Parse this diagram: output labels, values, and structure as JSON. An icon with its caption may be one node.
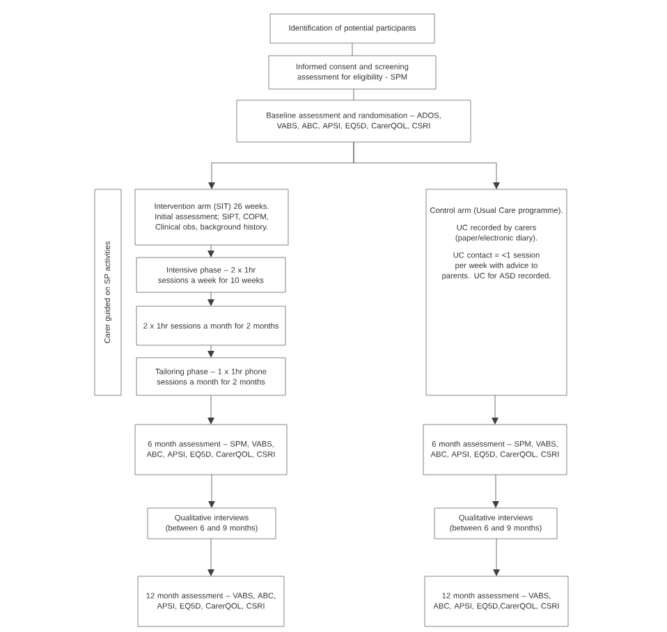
{
  "diagram": {
    "nodes": [
      {
        "text": [
          "Identification of potential participants"
        ]
      },
      {
        "text": [
          "Informed consent and screening assessment for eligibility - SPM"
        ]
      },
      {
        "text": [
          "Baseline assessment and randomisation – ADOS, VABS, ABC, APSI, EQ5D, CarerQOL, CSRI"
        ]
      },
      {
        "text": [
          "Carer guided on SP activities"
        ]
      },
      {
        "text": [
          "Intervention arm (SIT) 26 weeks. Initial assessment; SIPT, COPM, Clinical obs, background history."
        ]
      },
      {
        "text": [
          "Intensive phase – 2 x 1hr sessions a week for 10 weeks"
        ]
      },
      {
        "text": [
          "2 x 1hr sessions a month for 2 months"
        ]
      },
      {
        "text": [
          "Tailoring phase – 1 x 1hr phone sessions a month for 2 months"
        ]
      },
      {
        "text": [
          "6 month assessment – SPM, VABS, ABC, APSI, EQ5D, CarerQOL, CSRI"
        ]
      },
      {
        "text": [
          "Qualitative interviews (between 6 and 9 months)"
        ]
      },
      {
        "text": [
          "12 month assessment – VABS, ABC, APSI, EQ5D, CarerQOL, CSRI"
        ]
      },
      {
        "text": [
          "Control arm (Usual Care programme).",
          "UC recorded by carers (paper/electronic diary).",
          "UC contact = <1 session per week with advice to parents. UC for ASD recorded."
        ]
      },
      {
        "text": [
          "6 month assessment – SPM, VABS, ABC, APSI, EQ5D, CarerQOL, CSRI"
        ]
      },
      {
        "text": [
          "Qualitative interviews (between 6 and 9 months)"
        ]
      },
      {
        "text": [
          "12 month assessment – VABS, ABC, APSI, EQ5D,CarerQOL, CSRI"
        ]
      }
    ],
    "edges": [
      {
        "from": 0,
        "to": 1,
        "arrow": "none"
      },
      {
        "from": 1,
        "to": 2,
        "arrow": "none"
      },
      {
        "from": 2,
        "to": 4,
        "arrow": "to"
      },
      {
        "from": 2,
        "to": 11,
        "arrow": "to"
      },
      {
        "from": 4,
        "to": 5,
        "arrow": "to"
      },
      {
        "from": 5,
        "to": 6,
        "arrow": "to"
      },
      {
        "from": 6,
        "to": 7,
        "arrow": "to"
      },
      {
        "from": 7,
        "to": 8,
        "arrow": "to"
      },
      {
        "from": 8,
        "to": 9,
        "arrow": "to"
      },
      {
        "from": 9,
        "to": 10,
        "arrow": "to"
      },
      {
        "from": 11,
        "to": 12,
        "arrow": "to"
      },
      {
        "from": 12,
        "to": 13,
        "arrow": "to"
      },
      {
        "from": 13,
        "to": 14,
        "arrow": "to"
      }
    ]
  }
}
